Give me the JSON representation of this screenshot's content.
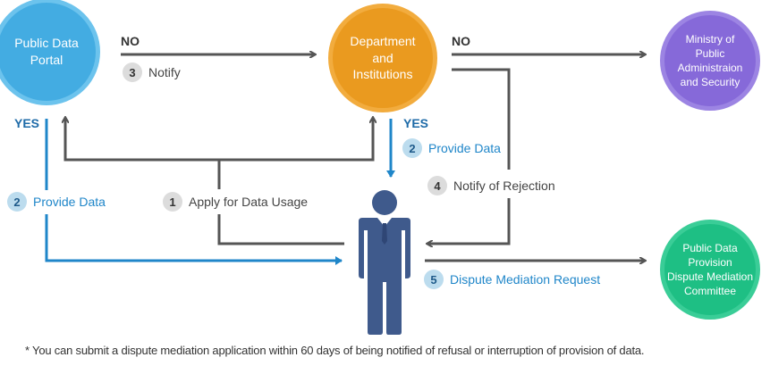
{
  "nodes": {
    "portal": {
      "label": "Public Data\nPortal",
      "color": "#43ace2"
    },
    "department": {
      "label": "Department\nand\nInstitutions",
      "color": "#ea9a1f"
    },
    "ministry": {
      "label": "Ministry of\nPublic\nAdministraion\nand Security",
      "color": "#8669d9"
    },
    "committee": {
      "label": "Public Data\nProvision\nDispute Mediation\nCommittee",
      "color": "#1ebf84"
    }
  },
  "tags": {
    "no_left": "NO",
    "no_right": "NO",
    "yes_left": "YES",
    "yes_right": "YES"
  },
  "steps": [
    {
      "num": "1",
      "text": "Apply for Data Usage"
    },
    {
      "num": "2",
      "text": "Provide Data"
    },
    {
      "num": "2",
      "text": "Provide Data"
    },
    {
      "num": "3",
      "text": "Notify"
    },
    {
      "num": "4",
      "text": "Notify of Rejection"
    },
    {
      "num": "5",
      "text": "Dispute Mediation Request"
    }
  ],
  "footnote": "* You can submit a dispute mediation application within 60 days of being notified of refusal or interruption of provision of data.",
  "colors": {
    "line_gray": "#555555",
    "line_blue": "#1f86c9",
    "person": "#3f5a8c"
  }
}
